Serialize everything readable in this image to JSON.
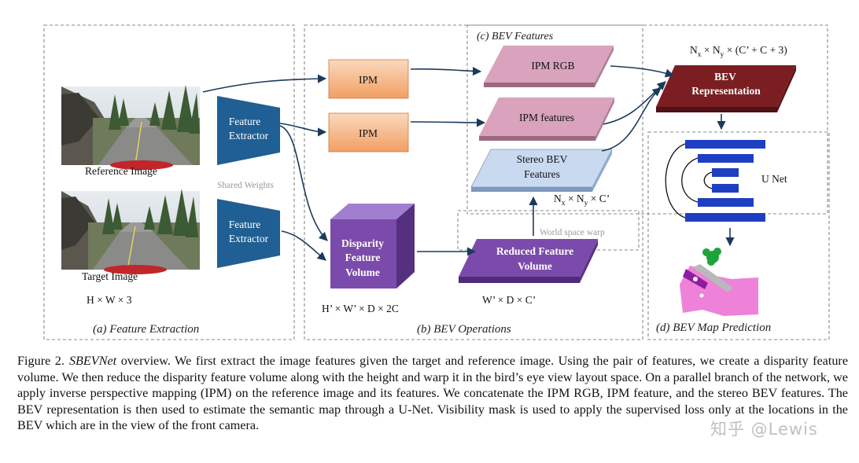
{
  "panels": {
    "feature_extraction": "(a)  Feature Extraction",
    "bev_operations": "(b) BEV Operations",
    "bev_features": "(c) BEV Features",
    "bev_map_prediction": "(d) BEV Map Prediction"
  },
  "images": {
    "reference_label": "Reference Image",
    "target_label": "Target Image",
    "input_dims": "H × W × 3"
  },
  "extractors": {
    "top_line1": "Feature",
    "top_line2": "Extractor",
    "bottom_line1": "Feature",
    "bottom_line2": "Extractor",
    "shared_weights": "Shared Weights"
  },
  "ipm": {
    "top": "IPM",
    "bottom": "IPM"
  },
  "volume": {
    "line1": "Disparity",
    "line2": "Feature",
    "line3": "Volume",
    "dims": "H’ × W’ × D × 2C"
  },
  "reduced": {
    "line1": "Reduced Feature",
    "line2": "Volume",
    "dims": "W’ × D × C’",
    "warp_label": "World space warp"
  },
  "bev_feature_planes": {
    "ipm_rgb": "IPM RGB",
    "ipm_features": "IPM features",
    "stereo_line1": "Stereo BEV",
    "stereo_line2": "Features",
    "stereo_dims_n": "N",
    "stereo_dims_x": "x",
    "stereo_dims_mid": " × N",
    "stereo_dims_y": "y",
    "stereo_dims_end": " × C’"
  },
  "bev_rep": {
    "line1": "BEV",
    "line2": "Representation",
    "dims_n": "N",
    "dims_x": "x",
    "dims_mid": " × N",
    "dims_y": "y",
    "dims_end": " × (C’ + C + 3)"
  },
  "unet_label": "U Net",
  "caption": {
    "label": "Figure 2.",
    "title": "SBEVNet",
    "body": " overview. We first extract the image features given the target and reference image. Using the pair of features, we create a disparity feature volume. We then reduce the disparity feature volume along with the height and warp it in the bird’s eye view layout space. On a parallel branch of the network, we apply inverse perspective mapping (IPM) on the reference image and its features. We concatenate the IPM RGB, IPM feature, and the stereo BEV features. The BEV representation is then used to estimate the semantic map through a U-Net. Visibility mask is used to apply the supervised loss only at the locations in the BEV which are in the view of the front camera."
  },
  "watermark": "知乎 @Lewis",
  "colors": {
    "arrow": "#1b3a5c",
    "extractor": "#1f5f93",
    "ipm_box": "#f1a46a",
    "volume": "#7b4bab",
    "ipm_plane": "#d9a3bd",
    "stereo_plane": "#c9d9f0",
    "bev_rep": "#7a1e22",
    "unet_block": "#1f3fc2",
    "bev_map": "#ee82d8"
  }
}
